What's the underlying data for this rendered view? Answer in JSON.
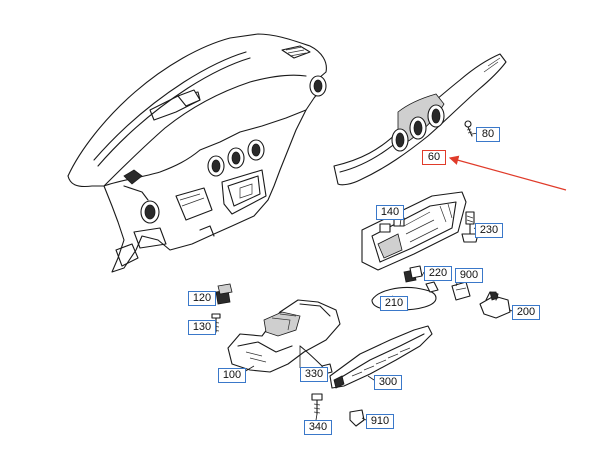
{
  "callouts": {
    "c60": "60",
    "c80": "80",
    "c100": "100",
    "c120": "120",
    "c130": "130",
    "c140": "140",
    "c200": "200",
    "c210": "210",
    "c220": "220",
    "c230": "230",
    "c300": "300",
    "c330": "330",
    "c340": "340",
    "c900": "900",
    "c910": "910"
  },
  "colors": {
    "callout_border": "#3a78c9",
    "highlight_border": "#e03b2a",
    "arrow": "#e03b2a",
    "line": "#1a1a1a"
  }
}
